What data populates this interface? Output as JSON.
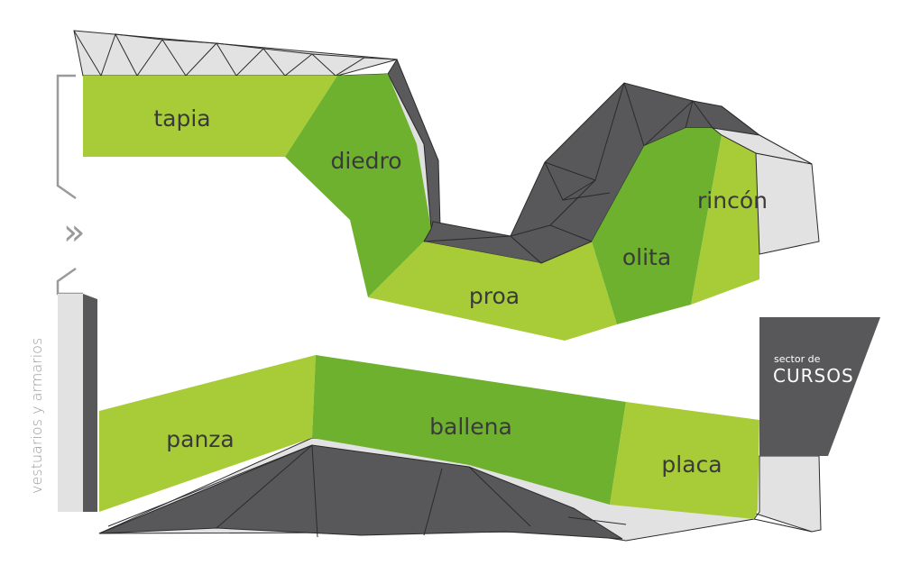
{
  "sectors": {
    "tapia": {
      "label": "tapia"
    },
    "diedro": {
      "label": "diedro"
    },
    "proa": {
      "label": "proa"
    },
    "olita": {
      "label": "olita"
    },
    "rincon": {
      "label": "rincón"
    },
    "panza": {
      "label": "panza"
    },
    "ballena": {
      "label": "ballena"
    },
    "placa": {
      "label": "placa"
    }
  },
  "cursos": {
    "small": "sector de",
    "big": "CURSOS"
  },
  "side_label": "vestuarios y armarios",
  "arrow_glyph": "»",
  "colors": {
    "light_green": "#a8cb38",
    "dark_green": "#6db12e",
    "wall_dark": "#58585a",
    "wall_light": "#e0e0e0",
    "text_dark": "#3a3a3a",
    "text_light": "#ffffff",
    "guide_grey": "#9a9a9a"
  },
  "icons": {
    "entrance_arrow": "double-chevron-right-icon"
  }
}
